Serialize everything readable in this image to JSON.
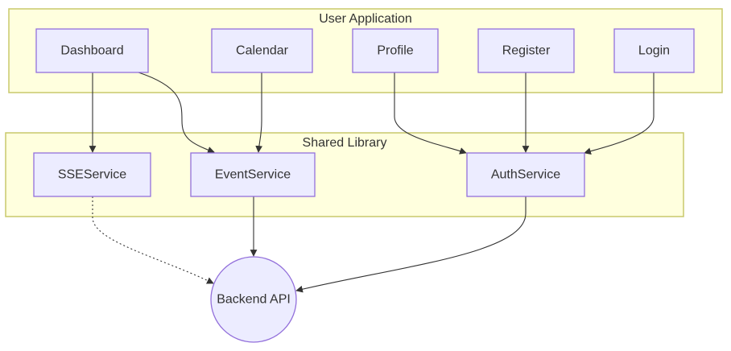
{
  "clusters": {
    "user_application": "User Application",
    "shared_library": "Shared Library"
  },
  "nodes": {
    "dashboard": "Dashboard",
    "calendar": "Calendar",
    "profile": "Profile",
    "register": "Register",
    "login": "Login",
    "sse_service": "SSEService",
    "event_service": "EventService",
    "auth_service": "AuthService",
    "backend_api": "Backend API"
  },
  "edges": [
    {
      "from": "Dashboard",
      "to": "SSEService",
      "style": "solid"
    },
    {
      "from": "Dashboard",
      "to": "EventService",
      "style": "solid"
    },
    {
      "from": "Calendar",
      "to": "EventService",
      "style": "solid"
    },
    {
      "from": "Profile",
      "to": "AuthService",
      "style": "solid"
    },
    {
      "from": "Register",
      "to": "AuthService",
      "style": "solid"
    },
    {
      "from": "Login",
      "to": "AuthService",
      "style": "solid"
    },
    {
      "from": "SSEService",
      "to": "Backend API",
      "style": "dotted"
    },
    {
      "from": "EventService",
      "to": "Backend API",
      "style": "solid"
    },
    {
      "from": "AuthService",
      "to": "Backend API",
      "style": "solid"
    }
  ],
  "colors": {
    "cluster_fill": "#ffffde",
    "cluster_stroke": "#c8c86b",
    "node_fill": "#ececff",
    "node_stroke": "#9370db",
    "edge": "#333333"
  }
}
